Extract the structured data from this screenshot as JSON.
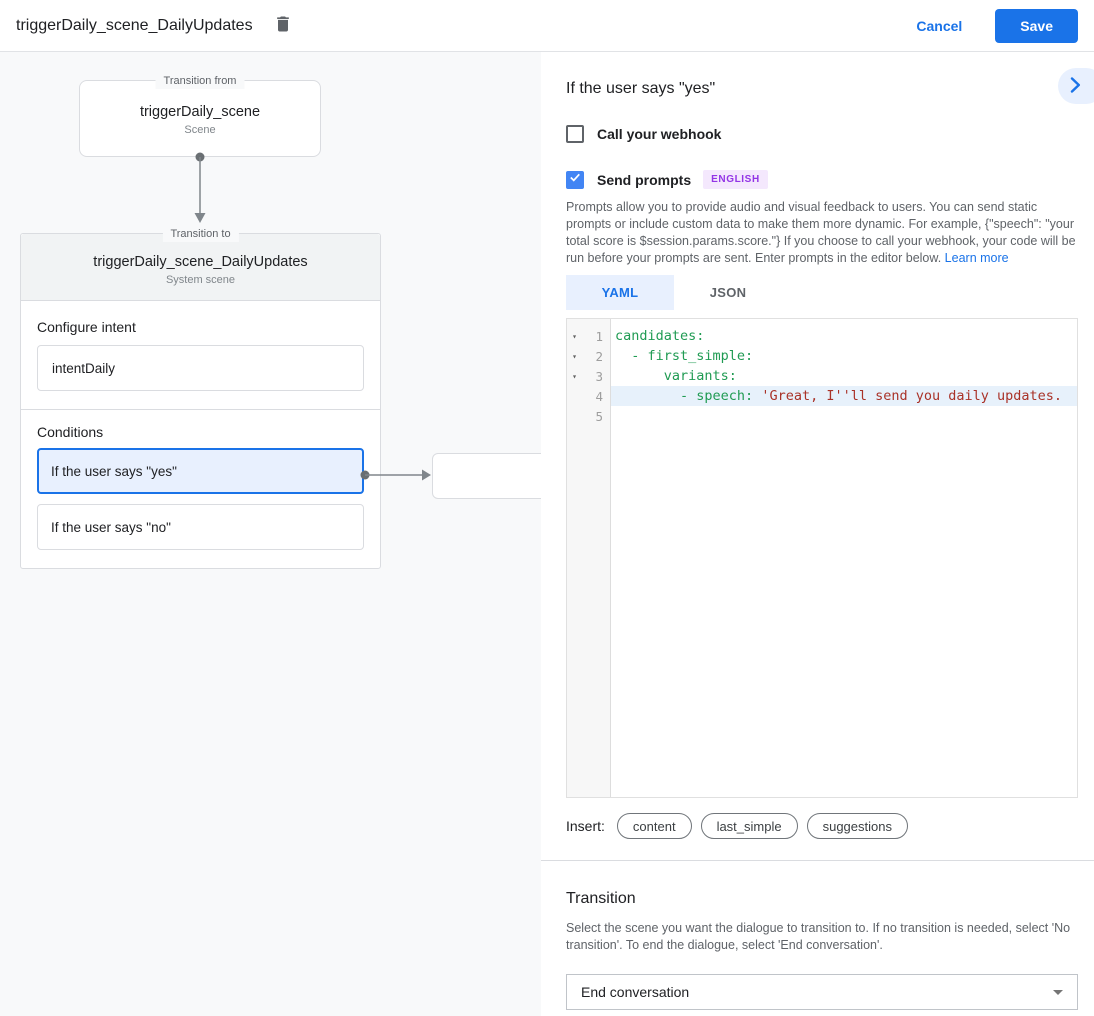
{
  "topbar": {
    "title": "triggerDaily_scene_DailyUpdates",
    "cancel_label": "Cancel",
    "save_label": "Save"
  },
  "diagram": {
    "from_node": {
      "legend": "Transition from",
      "title": "triggerDaily_scene",
      "subtitle": "Scene"
    },
    "to_node": {
      "legend": "Transition to",
      "title": "triggerDaily_scene_DailyUpdates",
      "subtitle": "System scene",
      "intent_label": "Configure intent",
      "intent_value": "intentDaily",
      "conditions_label": "Conditions",
      "condition_yes": "If the user says \"yes\"",
      "condition_no": "If the user says \"no\""
    }
  },
  "panel": {
    "title": "If the user says \"yes\"",
    "webhook_label": "Call your webhook",
    "prompts_label": "Send prompts",
    "language_badge": "ENGLISH",
    "description": "Prompts allow you to provide audio and visual feedback to users. You can send static prompts or include custom data to make them more dynamic. For example, {\"speech\": \"your total score is $session.params.score.\"} If you choose to call your webhook, your code will be run before your prompts are sent. Enter prompts in the editor below. ",
    "learn_more": "Learn more",
    "tabs": {
      "yaml": "YAML",
      "json": "JSON"
    },
    "editor": {
      "line_numbers": [
        "1",
        "2",
        "3",
        "4",
        "5"
      ],
      "lines": [
        {
          "key": "candidates:",
          "string": ""
        },
        {
          "key": "  - first_simple:",
          "string": ""
        },
        {
          "key": "      variants:",
          "string": ""
        },
        {
          "key": "        - speech: ",
          "string": "'Great, I''ll send you daily updates."
        },
        {
          "key": "",
          "string": ""
        }
      ]
    },
    "insert": {
      "label": "Insert:",
      "buttons": [
        "content",
        "last_simple",
        "suggestions"
      ]
    },
    "transition": {
      "heading": "Transition",
      "description": "Select the scene you want the dialogue to transition to. If no transition is needed, select 'No transition'. To end the dialogue, select 'End conversation'.",
      "selected_value": "End conversation"
    }
  },
  "colors": {
    "accent_blue": "#1a73e8",
    "checkbox_checked": "#4285f4",
    "condition_active_bg": "#e8f0fe",
    "condition_active_border": "#1a73e8",
    "badge_bg": "#f4e8fd",
    "badge_text": "#9334e6",
    "code_key_green": "#209b53",
    "code_string_red": "#a93228",
    "code_line_highlight": "#e7f1fb",
    "panel_gray": "#f8f9fa"
  }
}
